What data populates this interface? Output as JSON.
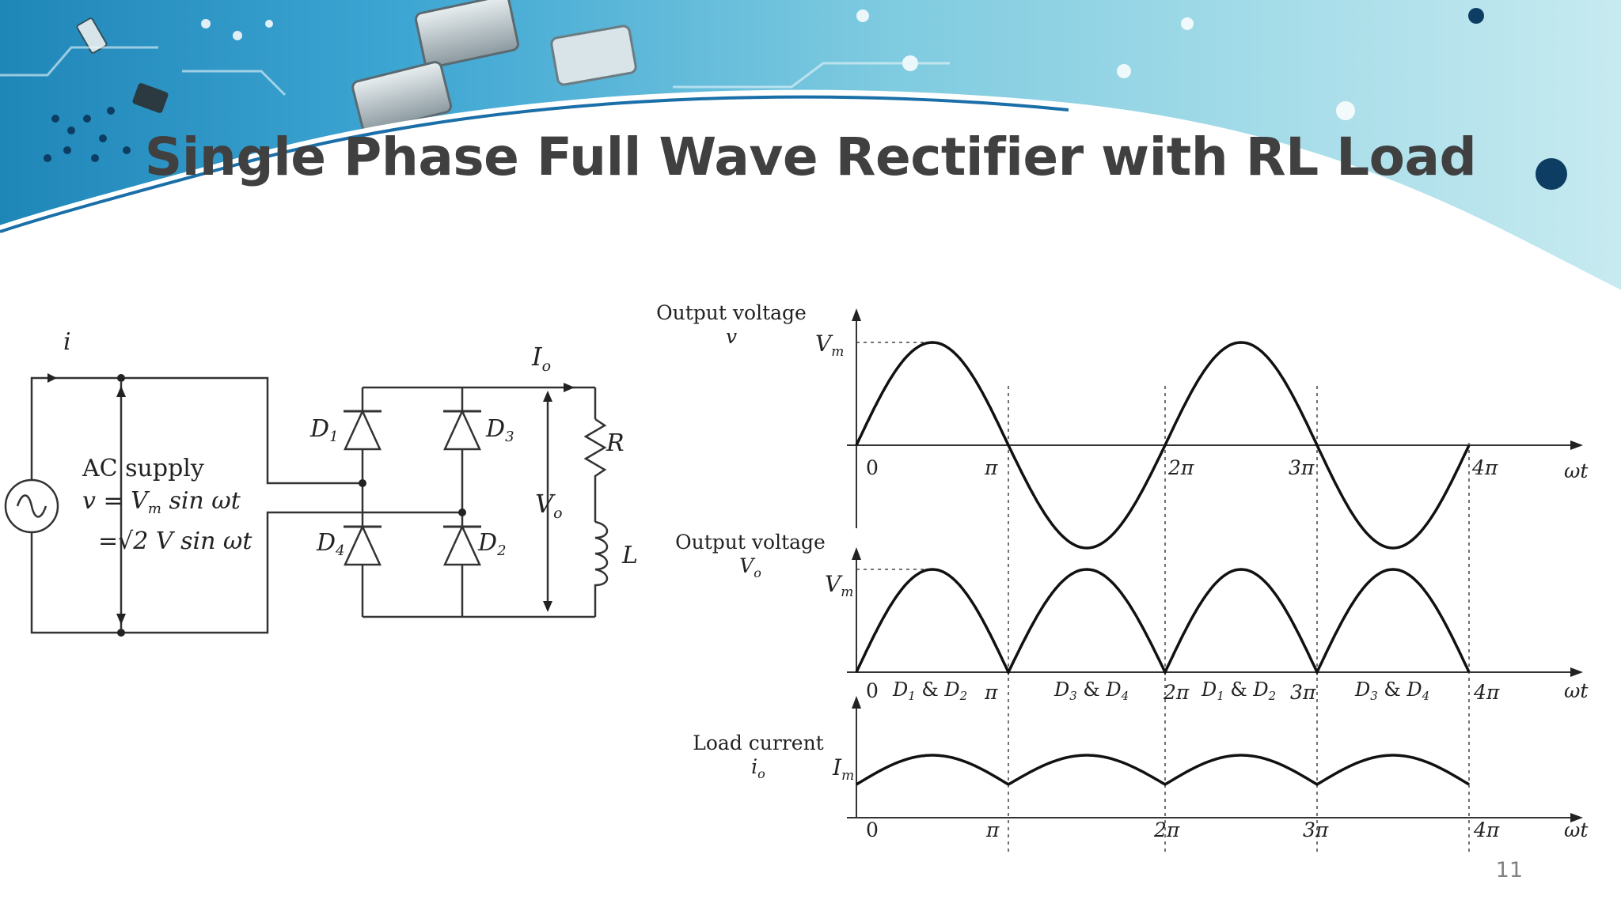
{
  "slide": {
    "title": "Single Phase Full Wave Rectifier with RL Load",
    "page_number": "11"
  },
  "circuit": {
    "current_in": "i",
    "supply_line1": "AC supply",
    "supply_line2": "v = V",
    "supply_line2_sub": "m",
    "supply_line2_rest": " sin ωt",
    "supply_line3": "=√2 V sin ωt",
    "load_current": "I",
    "load_current_sub": "o",
    "output_voltage": "V",
    "output_voltage_sub": "o",
    "d1": "D",
    "d1_sub": "1",
    "d2": "D",
    "d2_sub": "2",
    "d3": "D",
    "d3_sub": "3",
    "d4": "D",
    "d4_sub": "4",
    "resistor": "R",
    "inductor": "L"
  },
  "graphs": {
    "g1_label_line1": "Output voltage",
    "g1_label_line2": "v",
    "g1_peak": "V",
    "g1_peak_sub": "m",
    "g2_label_line1": "Output voltage",
    "g2_label_line2": "V",
    "g2_label_line2_sub": "o",
    "g2_peak": "V",
    "g2_peak_sub": "m",
    "g3_label_line1": "Load current",
    "g3_label_line2": "i",
    "g3_label_line2_sub": "o",
    "g3_peak": "I",
    "g3_peak_sub": "m",
    "axis_var": "ωt",
    "ticks": [
      "0",
      "π",
      "2π",
      "3π",
      "4π"
    ],
    "conduction": [
      {
        "a": "D",
        "a_sub": "1",
        "b": "D",
        "b_sub": "2"
      },
      {
        "a": "D",
        "a_sub": "3",
        "b": "D",
        "b_sub": "4"
      },
      {
        "a": "D",
        "a_sub": "1",
        "b": "D",
        "b_sub": "2"
      },
      {
        "a": "D",
        "a_sub": "3",
        "b": "D",
        "b_sub": "4"
      }
    ]
  },
  "colors": {
    "banner_light": "#bfe6f0",
    "banner_mid": "#69c3df",
    "banner_dark": "#1f86b8",
    "title": "#404040"
  }
}
